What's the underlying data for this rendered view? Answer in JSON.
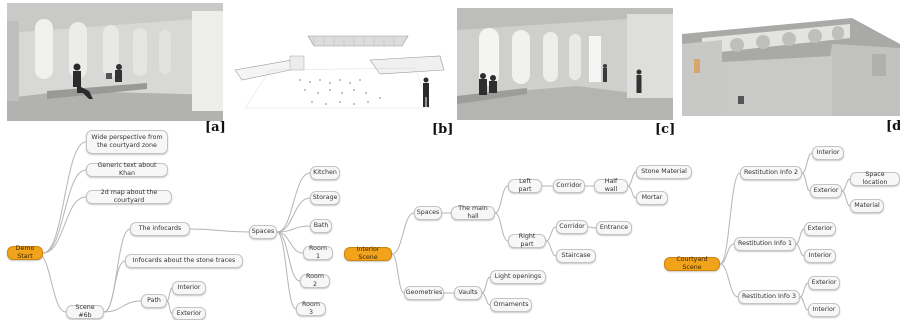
{
  "figure": {
    "panel_labels": [
      "[a]",
      "[b]",
      "[c]",
      "[d]"
    ]
  },
  "colors": {
    "root_fill": "#f1a31b",
    "node_fill": "#f7f7f7",
    "node_border": "#c4c4c4",
    "edge": "#b5b5b5"
  },
  "mindmaps": {
    "demo": {
      "root": "Demo Start",
      "wide_perspective": "Wide perspective from the courtyard zone",
      "generic_text": "Generic text about Khan",
      "map_2d": "2d map about the courtyard",
      "infocards": "The infocards",
      "infocards_stone": "Infocards about the stone traces",
      "scene6b": "Scene #6b",
      "path": "Path",
      "path_interior": "Interior",
      "path_exterior": "Exterior",
      "spaces": "Spaces",
      "kitchen": "Kitchen",
      "storage": "Storage",
      "bath": "Bath",
      "room1": "Room 1",
      "room2": "Room 2",
      "room3": "Room 3"
    },
    "interior": {
      "root": "Interior Scene",
      "spaces": "Spaces",
      "main_hall": "The main hall",
      "left_part": "Left part",
      "corridor_l": "Corridor",
      "half_wall": "Half wall",
      "stone_material": "Stone Material",
      "mortar": "Mortar",
      "right_part": "Right part",
      "corridor_r": "Corridor",
      "entrance": "Entrance",
      "staircase": "Staircase",
      "geometries": "Geometries",
      "vaults": "Vaults",
      "light_openings": "Light openings",
      "ornaments": "Ornaments"
    },
    "courtyard": {
      "root": "Courtyard Scene",
      "info2": "Restitution Info 2",
      "info2_interior": "Interior",
      "info2_exterior": "Exterior",
      "space_location": "Space location",
      "material": "Material",
      "info1": "Restitution Info 1",
      "info1_exterior": "Exterior",
      "info1_interior": "Interior",
      "info3": "Restitution Info 3",
      "info3_exterior": "Exterior",
      "info3_interior": "Interior"
    }
  }
}
